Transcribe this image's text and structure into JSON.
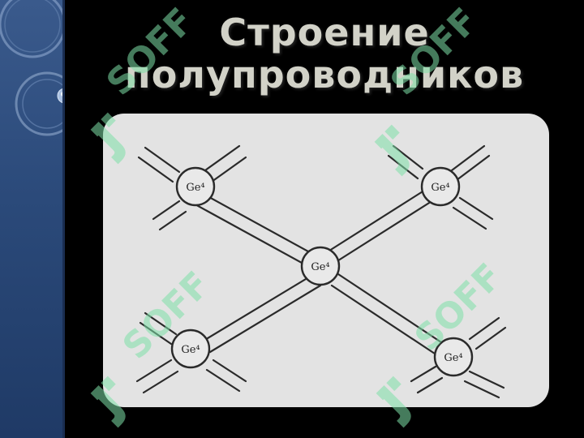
{
  "slide": {
    "title_line1": "Строение",
    "title_line2": "полупроводников"
  },
  "figure": {
    "atoms": [
      {
        "label": "Ge⁴"
      },
      {
        "label": "Ge⁴"
      },
      {
        "label": "Ge⁴"
      },
      {
        "label": "Ge⁴"
      },
      {
        "label": "Ge⁴"
      }
    ]
  },
  "watermark": {
    "text": "SOFF"
  },
  "colors": {
    "background": "#000000",
    "title": "#d2d2c8",
    "side_panel": "#2b4a7a",
    "figure_panel": "#e3e3e3",
    "watermark": "#7fe0a8"
  }
}
